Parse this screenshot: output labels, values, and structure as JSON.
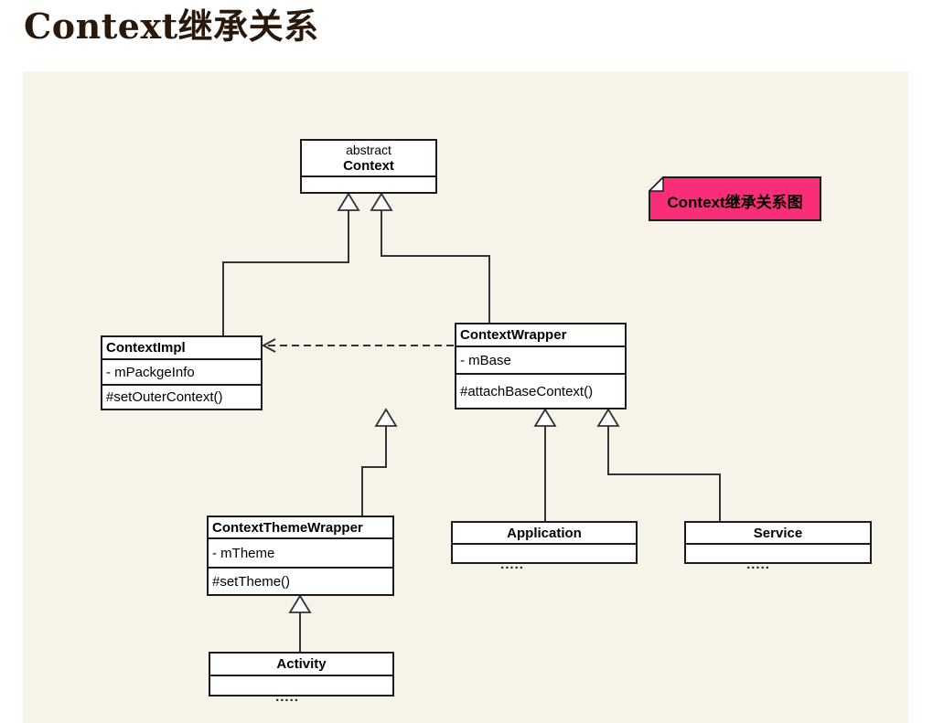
{
  "page": {
    "title": "Context继承关系"
  },
  "diagram": {
    "note": {
      "text": "Context继承关系图",
      "color": "#fa2e78"
    },
    "colors": {
      "canvas_bg": "#f7f3e8",
      "box_bg": "#ffffff",
      "box_border": "#1c1c1c",
      "line": "#333333"
    },
    "classes": {
      "context": {
        "stereotype": "abstract",
        "name": "Context"
      },
      "contextimpl": {
        "name": "ContextImpl",
        "field": "- mPackgeInfo",
        "method": "#setOuterContext()"
      },
      "contextwrapper": {
        "name": "ContextWrapper",
        "field": "- mBase",
        "method": "#attachBaseContext()"
      },
      "contextthemewrapper": {
        "name": "ContextThemeWrapper",
        "field": "- mTheme",
        "method": "#setTheme()"
      },
      "application": {
        "name": "Application",
        "footer": "....."
      },
      "service": {
        "name": "Service",
        "footer": "....."
      },
      "activity": {
        "name": "Activity",
        "footer": "....."
      }
    },
    "relations": [
      {
        "type": "generalization",
        "from": "ContextImpl",
        "to": "Context"
      },
      {
        "type": "generalization",
        "from": "ContextWrapper",
        "to": "Context"
      },
      {
        "type": "generalization",
        "from": "ContextThemeWrapper",
        "to": "ContextWrapper"
      },
      {
        "type": "generalization",
        "from": "Application",
        "to": "ContextWrapper"
      },
      {
        "type": "generalization",
        "from": "Service",
        "to": "ContextWrapper"
      },
      {
        "type": "generalization",
        "from": "Activity",
        "to": "ContextThemeWrapper"
      },
      {
        "type": "dashed-dependency",
        "from": "ContextWrapper",
        "to": "ContextImpl"
      }
    ]
  }
}
